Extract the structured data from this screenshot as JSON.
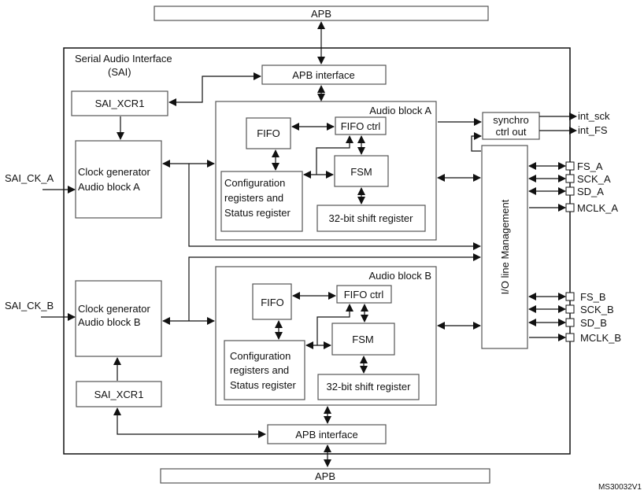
{
  "diagram": {
    "top_bus": "APB",
    "bottom_bus": "APB",
    "sai_title_line1": "Serial Audio Interface",
    "sai_title_line2": "(SAI)",
    "apb_interface_top": "APB interface",
    "apb_interface_bottom": "APB interface",
    "xcr1_a": "SAI_XCR1",
    "xcr1_b": "SAI_XCR1",
    "clock_a_line1": "Clock generator",
    "clock_a_line2": "Audio block A",
    "clock_b_line1": "Clock generator",
    "clock_b_line2": "Audio block B",
    "input_a": "SAI_CK_A",
    "input_b": "SAI_CK_B",
    "block_a": {
      "title": "Audio block A",
      "fifo": "FIFO",
      "fifo_ctrl": "FIFO ctrl",
      "fsm": "FSM",
      "config_line1": "Configuration",
      "config_line2": "registers and",
      "config_line3": "Status register",
      "shift": "32-bit shift register"
    },
    "block_b": {
      "title": "Audio block B",
      "fifo": "FIFO",
      "fifo_ctrl": "FIFO ctrl",
      "fsm": "FSM",
      "config_line1": "Configuration",
      "config_line2": "registers and",
      "config_line3": "Status register",
      "shift": "32-bit shift register"
    },
    "synchro_line1": "synchro",
    "synchro_line2": "ctrl out",
    "int_sck": "int_sck",
    "int_fs": "int_FS",
    "io_mgmt": "I/O line Management",
    "pins_a": [
      "FS_A",
      "SCK_A",
      "SD_A",
      "MCLK_A"
    ],
    "pins_b": [
      "FS_B",
      "SCK_B",
      "SD_B",
      "MCLK_B"
    ],
    "figure_id": "MS30032V1"
  }
}
